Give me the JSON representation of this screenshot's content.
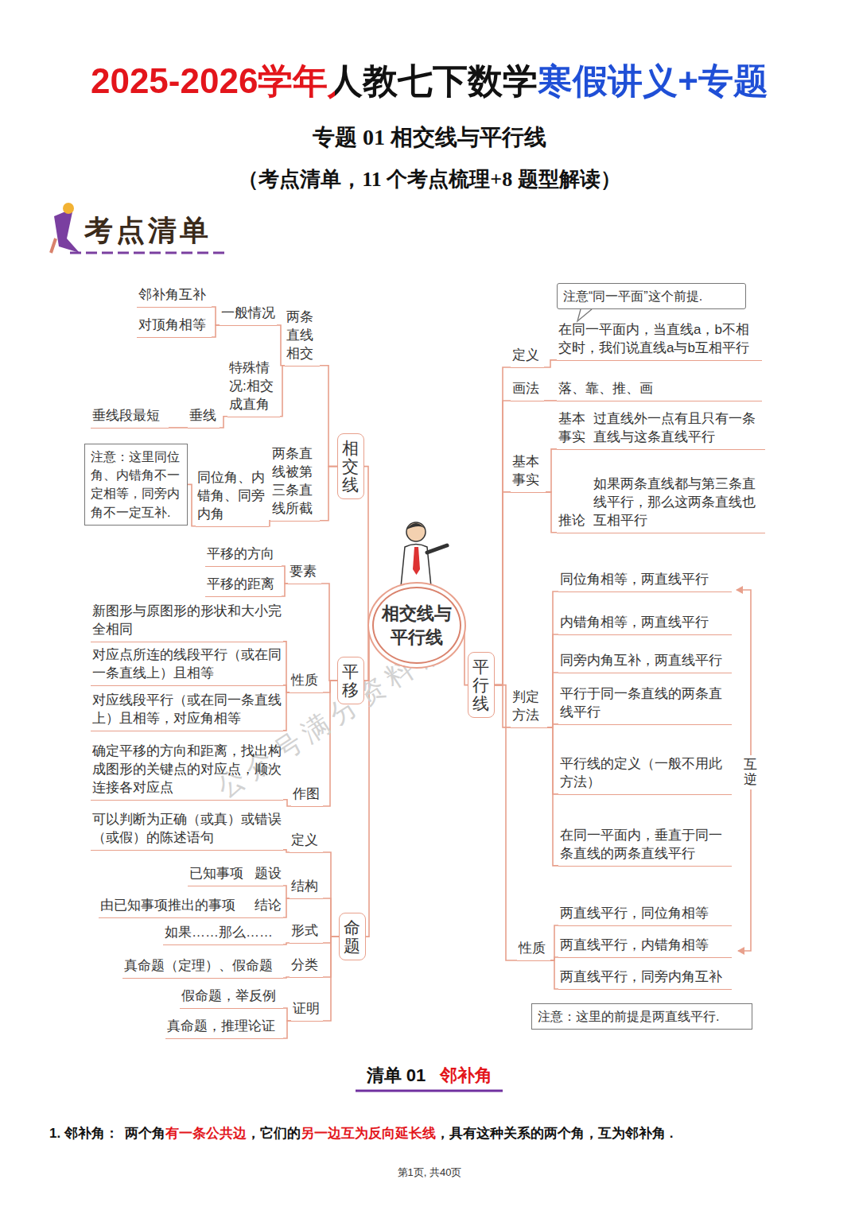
{
  "diagram": {
    "title": "2025-2026学年人教七下数学寒假讲义+专题",
    "nodes": [
      {
        "text": [
          "相交线与平行线"
        ]
      },
      {
        "text": [
          "相交线"
        ]
      },
      {
        "text": [
          "两条直线相交"
        ]
      },
      {
        "text": [
          "一般情况"
        ]
      },
      {
        "text": [
          "邻补角互补"
        ]
      },
      {
        "text": [
          "对顶角相等"
        ]
      },
      {
        "text": [
          "特殊情况:相交成直角"
        ]
      },
      {
        "text": [
          "垂线"
        ]
      },
      {
        "text": [
          "垂线段最短"
        ]
      },
      {
        "text": [
          "两条直线被第三条直线所截"
        ]
      },
      {
        "text": [
          "同位角、内错角、同旁内角"
        ]
      },
      {
        "text": [
          "注意：这里同位角、内错角不一定相等，同旁内角不一定互补."
        ]
      },
      {
        "text": [
          "平移"
        ]
      },
      {
        "text": [
          "要素"
        ]
      },
      {
        "text": [
          "平移的方向"
        ]
      },
      {
        "text": [
          "平移的距离"
        ]
      },
      {
        "text": [
          "性质"
        ]
      },
      {
        "text": [
          "新图形与原图形的形状和大小完全相同"
        ]
      },
      {
        "text": [
          "对应点所连的线段平行（或在同一条直线上）且相等"
        ]
      },
      {
        "text": [
          "对应线段平行（或在同一条直线上）且相等，对应角相等"
        ]
      },
      {
        "text": [
          "作图"
        ]
      },
      {
        "text": [
          "确定平移的方向和距离，找出构成图形的关键点的对应点，顺次连接各对应点"
        ]
      },
      {
        "text": [
          "命题"
        ]
      },
      {
        "text": [
          "定义"
        ]
      },
      {
        "text": [
          "可以判断为正确（或真）或错误（或假）的陈述语句"
        ]
      },
      {
        "text": [
          "结构"
        ]
      },
      {
        "text": [
          "已知事项",
          "题设"
        ]
      },
      {
        "text": [
          "由已知事项推出的事项",
          "结论"
        ]
      },
      {
        "text": [
          "形式"
        ]
      },
      {
        "text": [
          "如果……那么……"
        ]
      },
      {
        "text": [
          "分类"
        ]
      },
      {
        "text": [
          "真命题（定理）、假命题"
        ]
      },
      {
        "text": [
          "证明"
        ]
      },
      {
        "text": [
          "假命题，举反例"
        ]
      },
      {
        "text": [
          "真命题，推理论证"
        ]
      },
      {
        "text": [
          "平行线"
        ]
      },
      {
        "text": [
          "注意“同一平面”这个前提."
        ]
      },
      {
        "text": [
          "定义"
        ]
      },
      {
        "text": [
          "在同一平面内，当直线a，b不相交时，我们说直线a与b互相平行"
        ]
      },
      {
        "text": [
          "画法"
        ]
      },
      {
        "text": [
          "落、靠、推、画"
        ]
      },
      {
        "text": [
          "基本事实"
        ]
      },
      {
        "text": [
          "基本事实",
          "过直线外一点有且只有一条直线与这条直线平行"
        ]
      },
      {
        "text": [
          "推论",
          "如果两条直线都与第三条直线平行，那么这两条直线也互相平行"
        ]
      },
      {
        "text": [
          "判定方法"
        ]
      },
      {
        "text": [
          "同位角相等，两直线平行"
        ]
      },
      {
        "text": [
          "内错角相等，两直线平行"
        ]
      },
      {
        "text": [
          "同旁内角互补，两直线平行"
        ]
      },
      {
        "text": [
          "平行于同一条直线的两条直线平行"
        ]
      },
      {
        "text": [
          "平行线的定义（一般不用此方法）"
        ]
      },
      {
        "text": [
          "在同一平面内，垂直于同一条直线的两条直线平行"
        ]
      },
      {
        "text": [
          "性质"
        ]
      },
      {
        "text": [
          "两直线平行，同位角相等"
        ]
      },
      {
        "text": [
          "两直线平行，内错角相等"
        ]
      },
      {
        "text": [
          "两直线平行，同旁内角互补"
        ]
      },
      {
        "text": [
          "注意：这里的前提是两直线平行."
        ]
      }
    ],
    "edges": [
      {
        "from": 0,
        "to": 1,
        "arrow": "none"
      },
      {
        "from": 0,
        "to": 12,
        "arrow": "none"
      },
      {
        "from": 0,
        "to": 22,
        "arrow": "none"
      },
      {
        "from": 0,
        "to": 35,
        "arrow": "none"
      },
      {
        "from": 1,
        "to": 2,
        "arrow": "none"
      },
      {
        "from": 1,
        "to": 9,
        "arrow": "none"
      },
      {
        "from": 2,
        "to": 3,
        "arrow": "none"
      },
      {
        "from": 2,
        "to": 6,
        "arrow": "none"
      },
      {
        "from": 3,
        "to": 4,
        "arrow": "none"
      },
      {
        "from": 3,
        "to": 5,
        "arrow": "none"
      },
      {
        "from": 6,
        "to": 7,
        "arrow": "none"
      },
      {
        "from": 7,
        "to": 8,
        "arrow": "none"
      },
      {
        "from": 9,
        "to": 10,
        "arrow": "none"
      },
      {
        "from": 10,
        "to": 11,
        "arrow": "none"
      },
      {
        "from": 12,
        "to": 13,
        "arrow": "none"
      },
      {
        "from": 12,
        "to": 16,
        "arrow": "none"
      },
      {
        "from": 12,
        "to": 20,
        "arrow": "none"
      },
      {
        "from": 13,
        "to": 14,
        "arrow": "none"
      },
      {
        "from": 13,
        "to": 15,
        "arrow": "none"
      },
      {
        "from": 16,
        "to": 17,
        "arrow": "none"
      },
      {
        "from": 16,
        "to": 18,
        "arrow": "none"
      },
      {
        "from": 16,
        "to": 19,
        "arrow": "none"
      },
      {
        "from": 20,
        "to": 21,
        "arrow": "none"
      },
      {
        "from": 22,
        "to": 23,
        "arrow": "none"
      },
      {
        "from": 22,
        "to": 25,
        "arrow": "none"
      },
      {
        "from": 22,
        "to": 28,
        "arrow": "none"
      },
      {
        "from": 22,
        "to": 30,
        "arrow": "none"
      },
      {
        "from": 22,
        "to": 32,
        "arrow": "none"
      },
      {
        "from": 23,
        "to": 24,
        "arrow": "none"
      },
      {
        "from": 25,
        "to": 26,
        "arrow": "none"
      },
      {
        "from": 25,
        "to": 27,
        "arrow": "none"
      },
      {
        "from": 28,
        "to": 29,
        "arrow": "none"
      },
      {
        "from": 30,
        "to": 31,
        "arrow": "none"
      },
      {
        "from": 32,
        "to": 33,
        "arrow": "none"
      },
      {
        "from": 32,
        "to": 34,
        "arrow": "none"
      },
      {
        "from": 35,
        "to": 37,
        "arrow": "none"
      },
      {
        "from": 35,
        "to": 39,
        "arrow": "none"
      },
      {
        "from": 35,
        "to": 41,
        "arrow": "none"
      },
      {
        "from": 35,
        "to": 44,
        "arrow": "none"
      },
      {
        "from": 35,
        "to": 51,
        "arrow": "none"
      },
      {
        "from": 37,
        "to": 38,
        "arrow": "none"
      },
      {
        "from": 39,
        "to": 40,
        "arrow": "none"
      },
      {
        "from": 41,
        "to": 42,
        "arrow": "none"
      },
      {
        "from": 41,
        "to": 43,
        "arrow": "none"
      },
      {
        "from": 44,
        "to": 45,
        "arrow": "none"
      },
      {
        "from": 44,
        "to": 46,
        "arrow": "none"
      },
      {
        "from": 44,
        "to": 47,
        "arrow": "none"
      },
      {
        "from": 44,
        "to": 48,
        "arrow": "none"
      },
      {
        "from": 44,
        "to": 49,
        "arrow": "none"
      },
      {
        "from": 44,
        "to": 50,
        "arrow": "none"
      },
      {
        "from": 51,
        "to": 52,
        "arrow": "none"
      },
      {
        "from": 51,
        "to": 53,
        "arrow": "none"
      },
      {
        "from": 51,
        "to": 54,
        "arrow": "none"
      }
    ],
    "labels": [
      "专题 01 相交线与平行线",
      "（考点清单，11 个考点梳理+8 题型解读）",
      "考点清单",
      "公众号满分资料铺",
      "互逆",
      "清单 01",
      "邻补角",
      "1. 邻补角：",
      "两个角",
      "有一条公共边",
      "，它们的",
      "另一边互为反向延长线",
      "，具有这种关系的两个角，互为邻补角 .",
      "第1页, 共40页"
    ]
  }
}
